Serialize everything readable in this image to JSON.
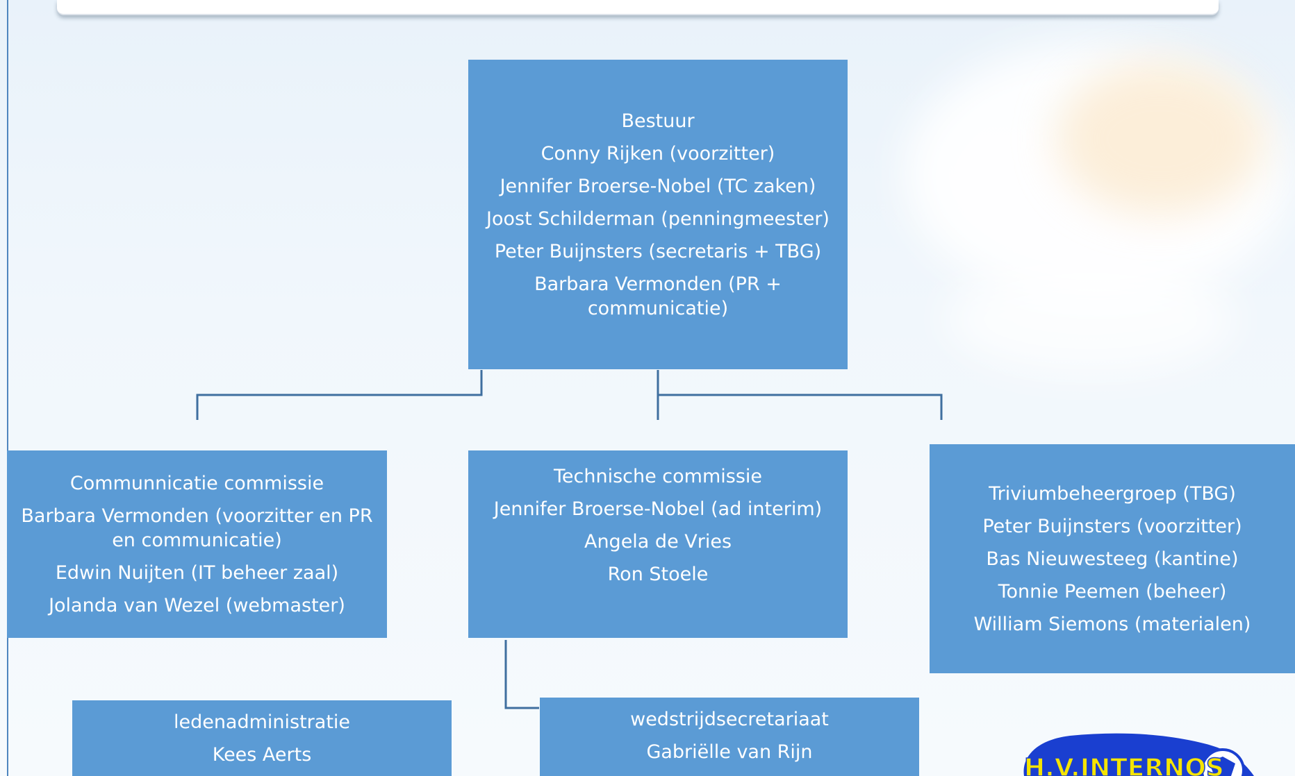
{
  "boxes": {
    "bestuur": {
      "title": "Bestuur",
      "members": [
        "Conny Rijken (voorzitter)",
        "Jennifer Broerse-Nobel (TC zaken)",
        "Joost Schilderman (penningmeester)",
        "Peter Buijnsters (secretaris + TBG)",
        "Barbara Vermonden (PR + communicatie)"
      ]
    },
    "communicatie": {
      "title": "Communnicatie commissie",
      "members": [
        "Barbara Vermonden (voorzitter en PR en communicatie)",
        "Edwin Nuijten (IT beheer zaal)",
        "Jolanda van Wezel (webmaster)"
      ]
    },
    "technisch": {
      "title": "Technische commissie",
      "members": [
        "Jennifer Broerse-Nobel (ad interim)",
        "Angela de Vries",
        "Ron Stoele"
      ]
    },
    "tbg": {
      "title": "Triviumbeheergroep (TBG)",
      "members": [
        "Peter Buijnsters (voorzitter)",
        "Bas Nieuwesteeg (kantine)",
        "Tonnie Peemen (beheer)",
        "William Siemons (materialen)"
      ]
    },
    "ledenadministratie": {
      "title": "ledenadministratie",
      "members": [
        "Kees Aerts"
      ]
    },
    "wedstrijdsecretariaat": {
      "title": "wedstrijdsecretariaat",
      "members": [
        "Gabriëlle van Rijn"
      ]
    }
  },
  "logo": {
    "text": "H.V.INTERNOS"
  },
  "colors": {
    "box": "#5b9bd5",
    "connector": "#3f6f9f",
    "logo_blue": "#1a3fd0",
    "logo_yellow": "#f5e400"
  }
}
